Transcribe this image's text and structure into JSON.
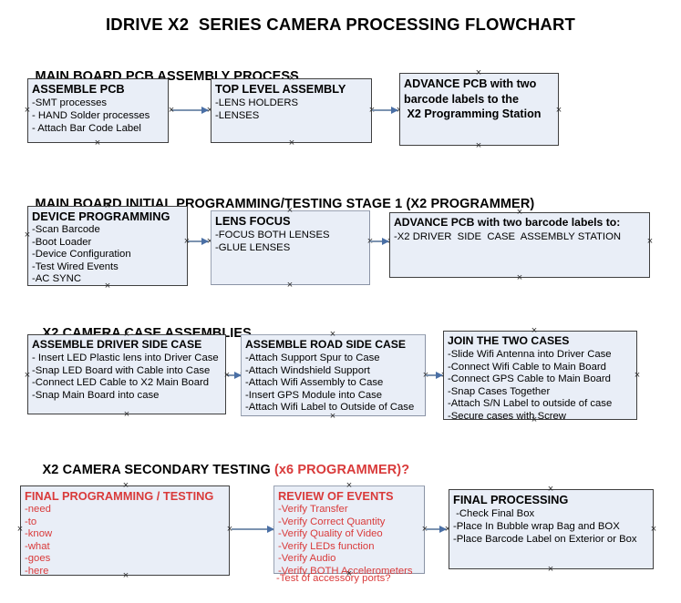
{
  "document": {
    "title": "IDRIVE X2  SERIES CAMERA PROCESSING FLOWCHART"
  },
  "colors": {
    "node_fill": "#e9eef7",
    "node_border": "#3f3f3f",
    "node_border_soft": "#8a93a5",
    "connector": "#7c93b0",
    "arrow_head": "#4a6fa5",
    "accent_red": "#d93a3a",
    "text": "#000000"
  },
  "sections": [
    {
      "id": "main-board-pcb-assembly",
      "heading": "MAIN BOARD PCB ASSEMBLY PROCESS",
      "heading_accent": "",
      "nodes": [
        {
          "id": "assemble-pcb",
          "title": "ASSEMBLE PCB",
          "lines": [
            "-SMT processes",
            "- HAND Solder processes",
            "- Attach Bar Code Label"
          ]
        },
        {
          "id": "top-level-assembly",
          "title": "TOP LEVEL ASSEMBLY",
          "lines": [
            "-LENS HOLDERS",
            "-LENSES"
          ]
        },
        {
          "id": "advance-pcb-programming-station",
          "title": "",
          "lines": [
            "ADVANCE PCB with two",
            "barcode labels to the",
            " X2 Programming Station"
          ]
        }
      ]
    },
    {
      "id": "main-board-initial-programming",
      "heading": "MAIN BOARD INITIAL PROGRAMMING/TESTING STAGE 1 (X2 PROGRAMMER)",
      "heading_accent": "",
      "nodes": [
        {
          "id": "device-programming",
          "title": "DEVICE PROGRAMMING",
          "lines": [
            "-Scan Barcode",
            "-Boot Loader",
            "-Device Configuration",
            "-Test Wired Events",
            "-AC SYNC"
          ]
        },
        {
          "id": "lens-focus",
          "title": "LENS FOCUS",
          "lines": [
            "-FOCUS BOTH LENSES",
            "-GLUE LENSES"
          ]
        },
        {
          "id": "advance-pcb-driver-side-case",
          "title": "ADVANCE PCB with two barcode labels to:",
          "lines": [
            "-X2 DRIVER  SIDE  CASE  ASSEMBLY STATION"
          ]
        }
      ]
    },
    {
      "id": "x2-camera-case-assemblies",
      "heading": "X2 CAMERA CASE ASSEMBLIES",
      "heading_accent": "",
      "nodes": [
        {
          "id": "assemble-driver-side-case",
          "title": "ASSEMBLE DRIVER SIDE CASE",
          "lines": [
            "- Insert LED Plastic lens into Driver Case",
            "-Snap LED Board with Cable into Case",
            "-Connect LED Cable to X2 Main Board",
            "-Snap Main Board into case"
          ]
        },
        {
          "id": "assemble-road-side-case",
          "title": "ASSEMBLE ROAD SIDE CASE",
          "lines": [
            "-Attach Support Spur to Case",
            "-Attach Windshield Support",
            "-Attach Wifi Assembly to Case",
            "-Insert GPS Module into Case",
            "-Attach Wifi Label to Outside of Case"
          ]
        },
        {
          "id": "join-the-two-cases",
          "title": "JOIN THE TWO CASES",
          "lines": [
            "-Slide Wifi Antenna into Driver Case",
            "-Connect Wifi Cable to Main Board",
            "-Connect GPS Cable to Main Board",
            "-Snap Cases Together",
            "-Attach S/N Label to outside of case",
            "-Secure cases with Screw"
          ]
        }
      ]
    },
    {
      "id": "x2-camera-secondary-testing",
      "heading": "X2 CAMERA SECONDARY TESTING ",
      "heading_accent": "(x6 PROGRAMMER)?",
      "nodes": [
        {
          "id": "final-programming-testing",
          "title": "FINAL PROGRAMMING / TESTING",
          "lines": [
            "-need",
            "-to",
            "-know",
            "-what",
            "-goes",
            "-here"
          ]
        },
        {
          "id": "review-of-events",
          "title": "REVIEW OF EVENTS",
          "lines": [
            "-Verify Transfer",
            "-Verify Correct Quantity",
            "-Verify Quality of Video",
            "-Verify LEDs function",
            "-Verify Audio",
            "-Verify BOTH Accelerometers"
          ],
          "overflow_line": "-Test of accessory ports?"
        },
        {
          "id": "final-processing",
          "title": "FINAL PROCESSING",
          "lines": [
            " -Check Final Box",
            "-Place In Bubble wrap Bag and BOX",
            "-Place Barcode Label on Exterior or Box"
          ]
        }
      ]
    }
  ]
}
